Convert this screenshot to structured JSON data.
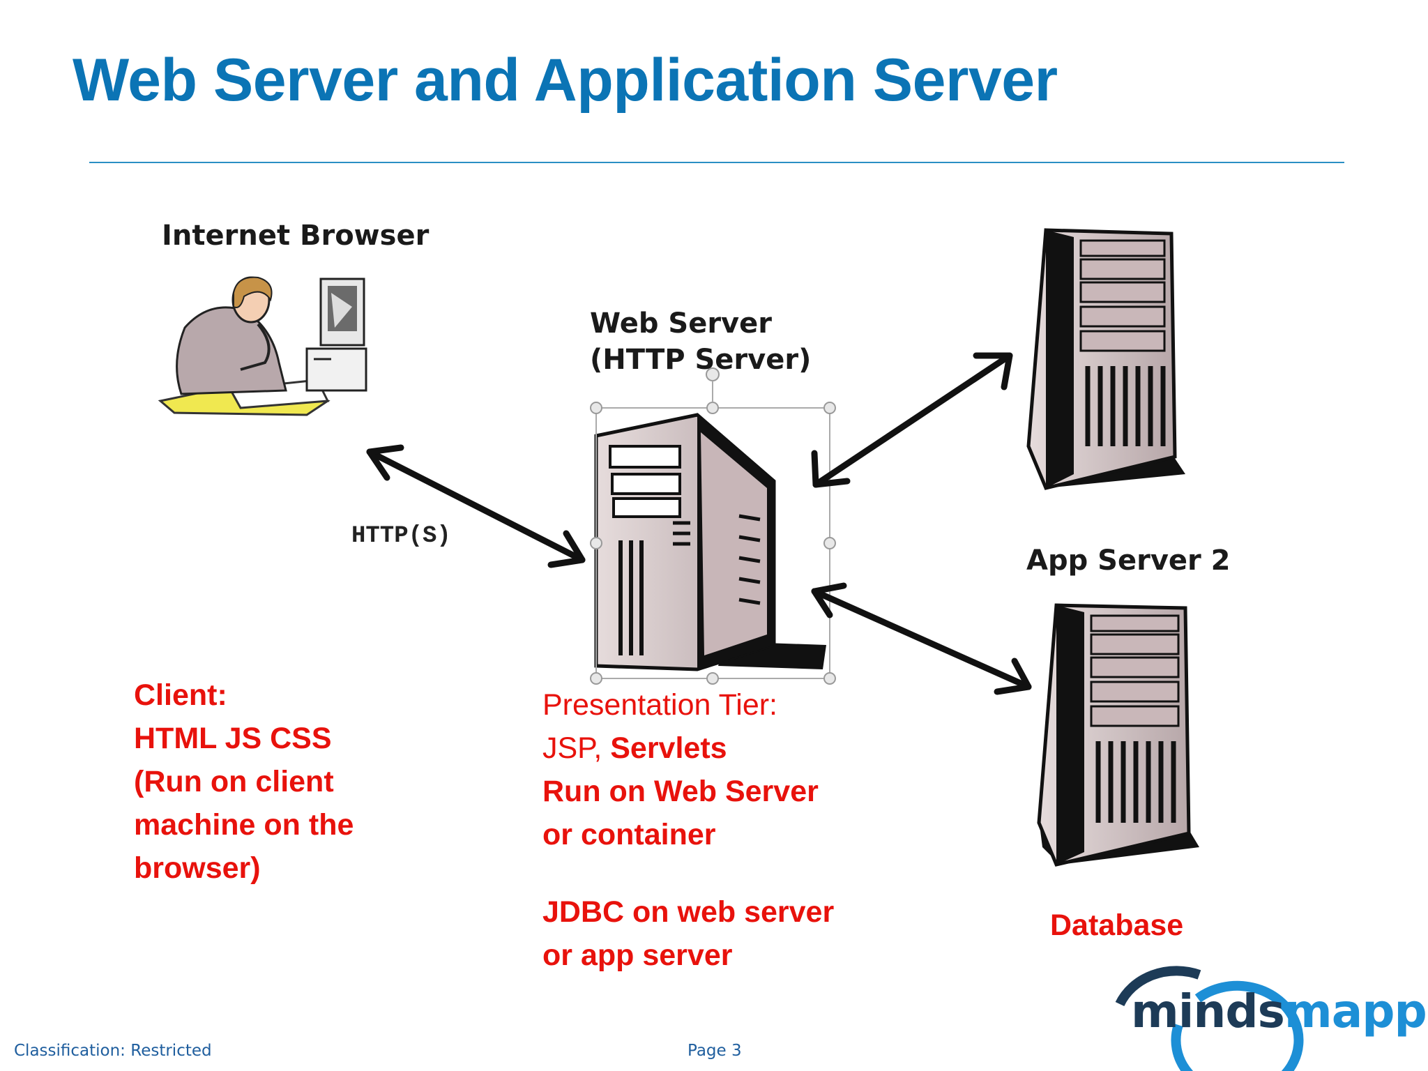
{
  "slide": {
    "title": "Web Server and Application Server",
    "page_label": "Page 3",
    "classification": "Classification: Restricted"
  },
  "diagram": {
    "browser_label": "Internet Browser",
    "web_server_label_1": "Web Server",
    "web_server_label_2": "(HTTP Server)",
    "protocol_label": "HTTP(S)",
    "app_server_2_label": "App Server 2"
  },
  "notes": {
    "client": [
      "Client:",
      "HTML JS CSS",
      "(Run on client",
      "machine on the",
      "browser)"
    ],
    "presentation_1": "Presentation Tier:",
    "presentation_2a": "JSP, ",
    "presentation_2b": "Servlets",
    "presentation_3": "Run on Web Server",
    "presentation_4": "or container",
    "jdbc_1": "JDBC on web server",
    "jdbc_2": "or app server",
    "database": "Database"
  },
  "logo": {
    "part1": "minds",
    "part2": "mapped",
    "colors": {
      "dark": "#1d3b57",
      "blue": "#1d8fd6",
      "ring": "#1d8fd6"
    }
  },
  "colors": {
    "title": "#0b74b5",
    "note_red": "#e8120c",
    "footer": "#1f5e9e"
  }
}
